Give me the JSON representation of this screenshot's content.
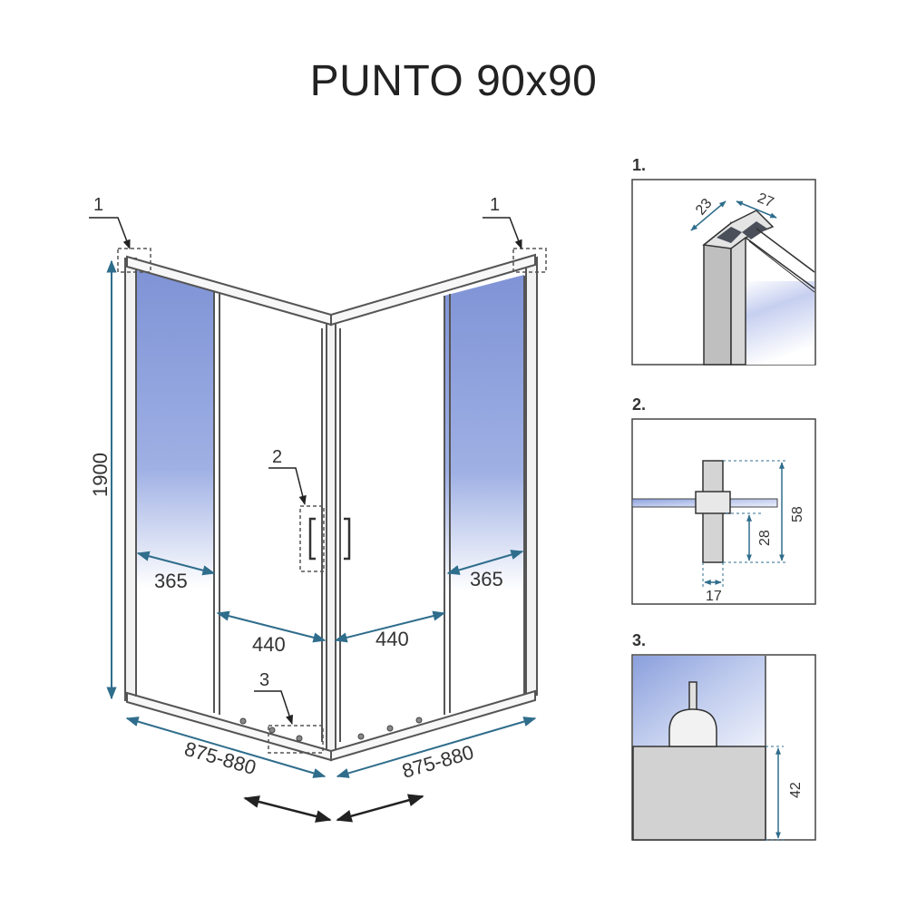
{
  "title": "PUNTO 90x90",
  "callouts": {
    "c1_left": "1",
    "c1_right": "1",
    "c2": "2",
    "c3": "3"
  },
  "dimensions": {
    "height": "1900",
    "left_fixed": "365",
    "right_fixed": "365",
    "left_door": "440",
    "right_door": "440",
    "left_width": "875-880",
    "right_width": "875-880"
  },
  "details": {
    "d1": {
      "label": "1.",
      "dim_a": "23",
      "dim_b": "27"
    },
    "d2": {
      "label": "2.",
      "dim_total": "58",
      "dim_lower": "28",
      "dim_width": "17"
    },
    "d3": {
      "label": "3.",
      "dim_height": "42"
    }
  },
  "colors": {
    "glass": "#8fa3dc",
    "dimension": "#2f6d8c",
    "frame": "#555555"
  }
}
